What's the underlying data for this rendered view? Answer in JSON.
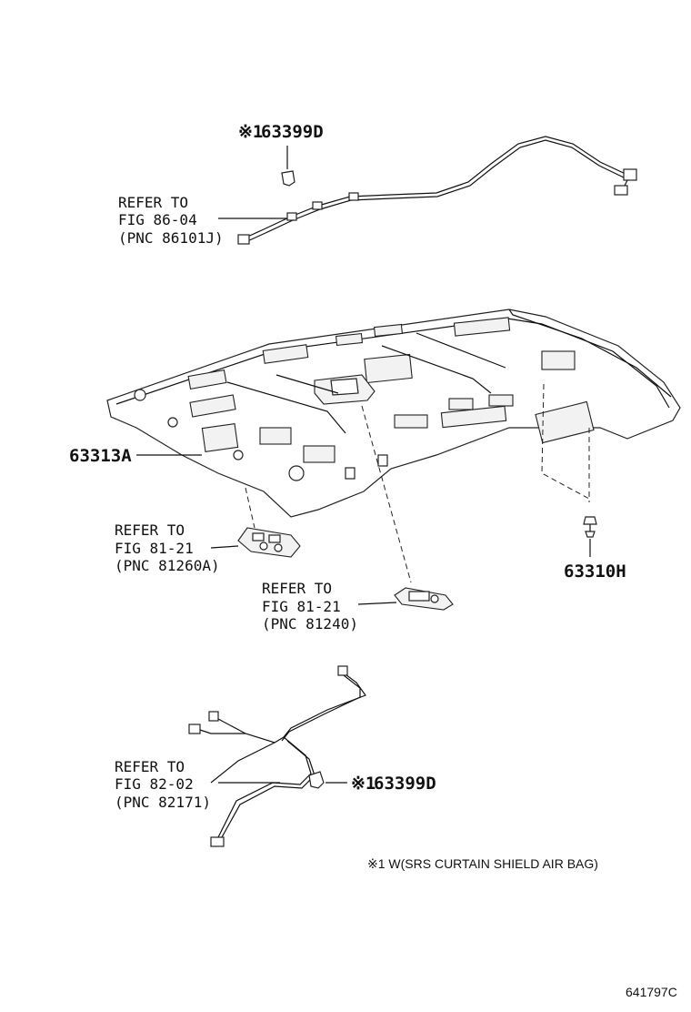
{
  "callouts": {
    "clip_top": {
      "mark": "※1",
      "part": "63399D"
    },
    "harness_top": {
      "line1": "REFER TO",
      "line2": "FIG 86-04",
      "line3": "(PNC 86101J)"
    },
    "headliner": {
      "part": "63313A"
    },
    "lamp_front": {
      "line1": "REFER TO",
      "line2": "FIG 81-21",
      "line3": "(PNC 81260A)"
    },
    "lamp_room": {
      "line1": "REFER TO",
      "line2": "FIG 81-21",
      "line3": "(PNC 81240)"
    },
    "clip_right": {
      "part": "63310H"
    },
    "harness_bottom": {
      "line1": "REFER TO",
      "line2": "FIG 82-02",
      "line3": "(PNC 82171)"
    },
    "clip_bottom": {
      "mark": "※1",
      "part": "63399D"
    }
  },
  "footnote": "※1 W(SRS CURTAIN SHIELD AIR BAG)",
  "figure_id": "641797C"
}
